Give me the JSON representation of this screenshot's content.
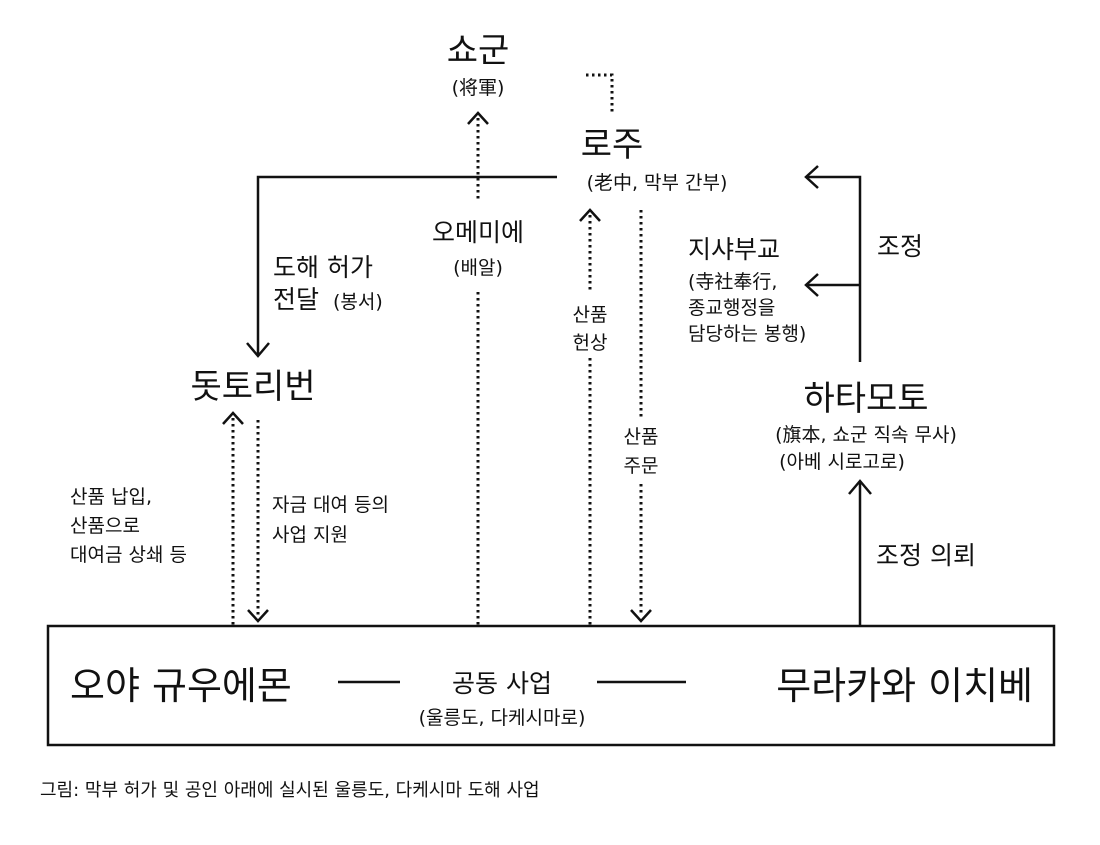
{
  "nodes": {
    "shogun": {
      "name": "쇼군",
      "sub": "(将軍)"
    },
    "roju": {
      "name": "로주",
      "sub": "(老中, 막부 간부)"
    },
    "jishabugyo": {
      "name": "지샤부교",
      "sub": [
        "(寺社奉行,",
        "종교행정을",
        "담당하는 봉행)"
      ]
    },
    "tottori": {
      "name": "돗토리번"
    },
    "hatamoto": {
      "name": "하타모토",
      "sub": [
        "(旗本, 쇼군 직속 무사)",
        "(아베 시로고로)"
      ]
    },
    "oya": {
      "name": "오야 규우에몬"
    },
    "murakawa": {
      "name": "무라카와 이치베"
    }
  },
  "edges": {
    "omemie": [
      "오메미에",
      "(배알)"
    ],
    "permit": [
      "도해 허가",
      "전달",
      "(봉서)"
    ],
    "tribute": [
      "산품",
      "헌상"
    ],
    "order": [
      "산품",
      "주문"
    ],
    "adjust": "조정",
    "adjust_request": "조정 의뢰",
    "deliver": [
      "산품 납입,",
      "산품으로",
      "대여금 상쇄 등"
    ],
    "support": [
      "자금 대여 등의",
      "사업 지원"
    ],
    "joint": [
      "공동 사업",
      "(울릉도, 다케시마로)"
    ]
  },
  "caption": "그림: 막부 허가 및 공인 아래에 실시된 울릉도, 다케시마 도해 사업"
}
